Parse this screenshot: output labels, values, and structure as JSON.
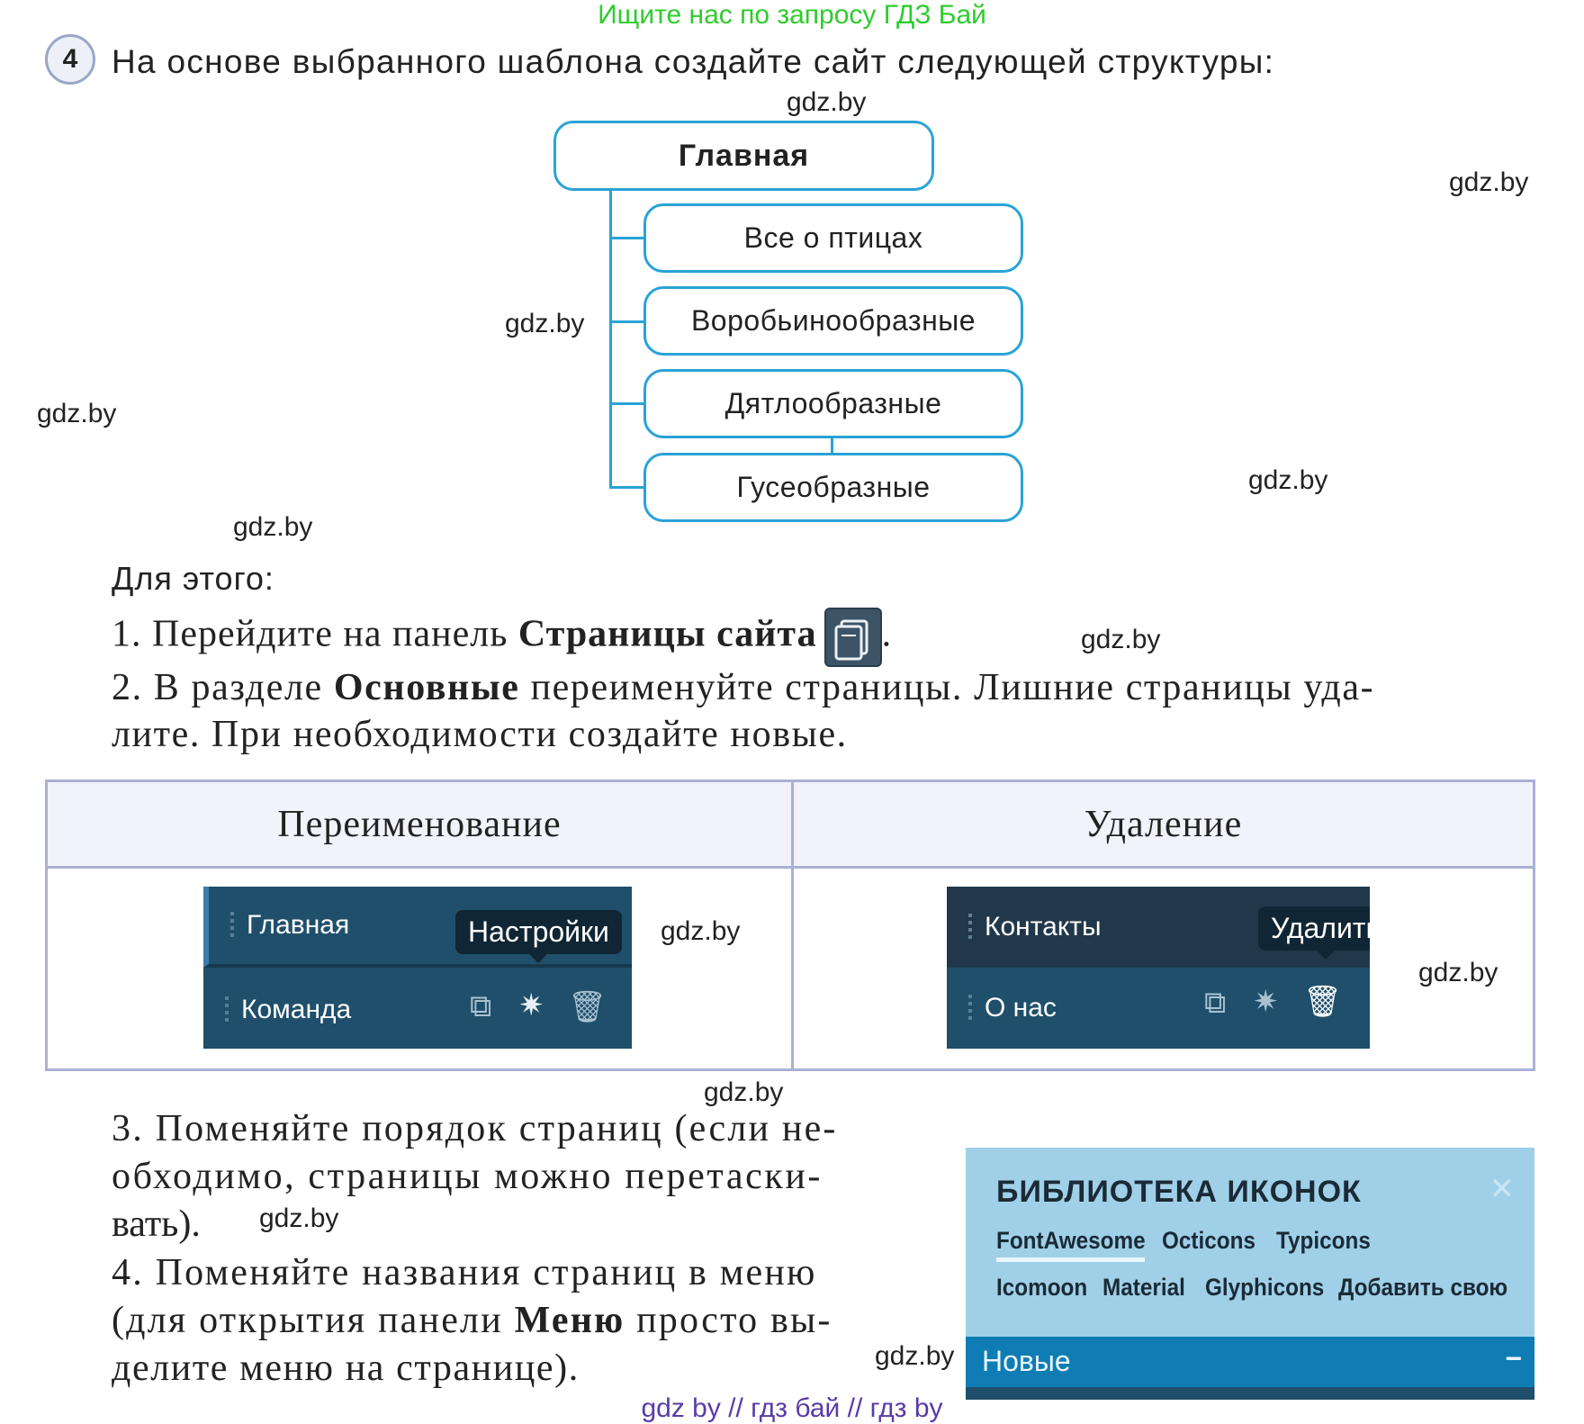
{
  "header_link": "Ищите нас по запросу ГДЗ Бай",
  "task": {
    "number": "4",
    "title": "На основе выбранного шаблона создайте сайт следующей структуры:"
  },
  "tree": {
    "root": "Главная",
    "children": [
      "Все о птицах",
      "Воробьинообразные",
      "Дятлообразные",
      "Гусеобразные"
    ]
  },
  "watermark": "gdz.by",
  "steps": {
    "intro": "Для этого:",
    "s1_prefix": "1. Перейдите на панель ",
    "s1_bold": "Страницы сайта",
    "s1_suffix": ".",
    "s2_num": "2. В разделе ",
    "s2_bold": "Основные",
    "s2_rest": " переименуйте страницы. Лишние страницы уда-",
    "s2_line2": "лите. При необходимости создайте новые.",
    "s3_line1": "3. Поменяйте порядок страниц (если не-",
    "s3_line2": "обходимо, страницы можно перетаски-",
    "s3_line3": "вать).",
    "s4_line1": "4. Поменяйте названия страниц в меню",
    "s4_line2_prefix": "(для открытия панели ",
    "s4_line2_bold": "Меню",
    "s4_line2_suffix": " просто вы-",
    "s4_line3": "делите меню на странице)."
  },
  "table": {
    "headers": [
      "Переименование",
      "Удаление"
    ],
    "rename_panel": {
      "rows": [
        "Главная",
        "Команда"
      ],
      "tooltip": "Настройки"
    },
    "delete_panel": {
      "rows": [
        "Контакты",
        "О нас"
      ],
      "tooltip": "Удалить"
    }
  },
  "icon_library": {
    "title": "БИБЛИОТЕКА ИКОНОК",
    "tabs_row1": [
      "FontAwesome",
      "Octicons",
      "Typicons"
    ],
    "tabs_row2": [
      "Icomoon",
      "Material",
      "Glyphicons",
      "Добавить свою"
    ],
    "section": "Новые",
    "section_toggle": "−",
    "close_icon": "close-icon"
  },
  "footer": "gdz by  //  гдз бай  //  гдз by"
}
